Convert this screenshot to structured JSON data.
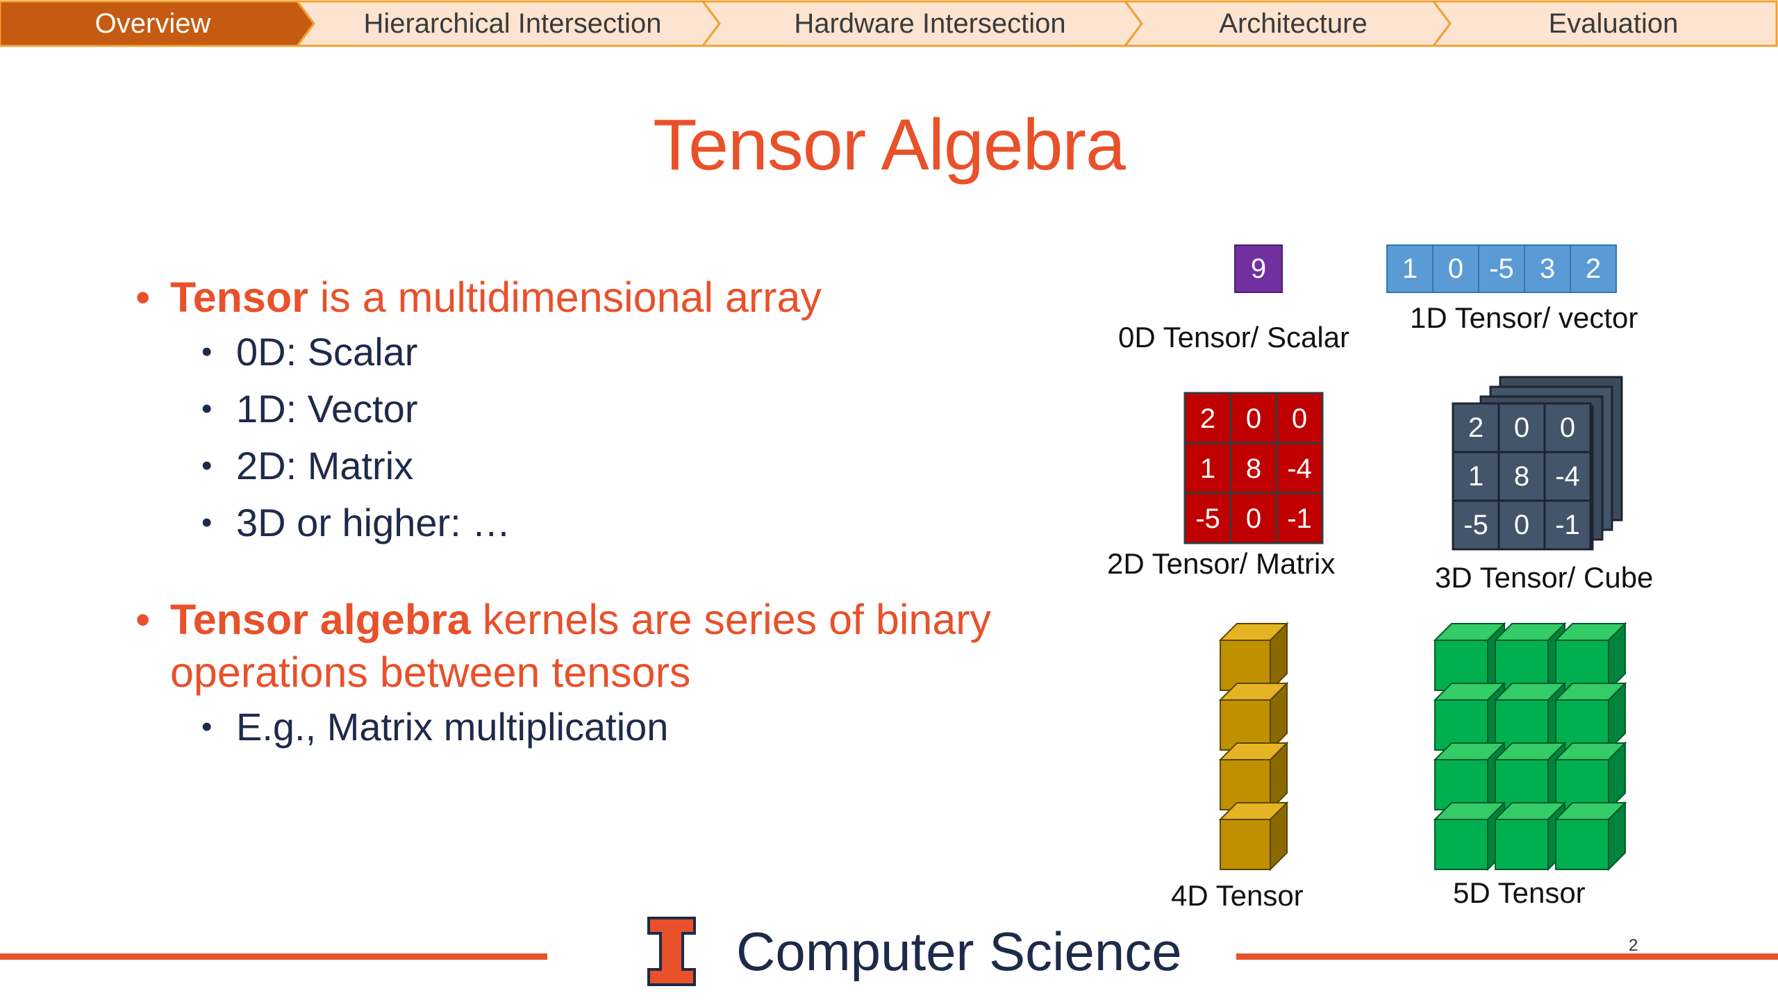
{
  "nav": {
    "tabs": [
      {
        "label": "Overview",
        "active": true
      },
      {
        "label": "Hierarchical Intersection",
        "active": false
      },
      {
        "label": "Hardware Intersection",
        "active": false
      },
      {
        "label": "Architecture",
        "active": false
      },
      {
        "label": "Evaluation",
        "active": false
      }
    ],
    "active_color": "#c55a11",
    "inactive_color": "#fce4d0",
    "border_color": "#f0a030"
  },
  "slide": {
    "title": "Tensor Algebra",
    "bullet1": {
      "bold": "Tensor",
      "rest": " is a multidimensional array"
    },
    "sub1": [
      "0D: Scalar",
      "1D: Vector",
      "2D: Matrix",
      "3D or higher: …"
    ],
    "bullet2": {
      "bold": "Tensor algebra",
      "rest": " kernels are series of binary operations between tensors"
    },
    "sub2": [
      "E.g., Matrix multiplication"
    ]
  },
  "figures": {
    "scalar": {
      "value": "9",
      "caption": "0D Tensor/ Scalar",
      "color": "#7030a0"
    },
    "vector": {
      "values": [
        "1",
        "0",
        "-5",
        "3",
        "2"
      ],
      "caption": "1D Tensor/ vector",
      "color": "#5b9bd5"
    },
    "matrix": {
      "values": [
        [
          "2",
          "0",
          "0"
        ],
        [
          "1",
          "8",
          "-4"
        ],
        [
          "-5",
          "0",
          "-1"
        ]
      ],
      "caption": "2D Tensor/ Matrix",
      "color": "#c00000"
    },
    "cube": {
      "values": [
        [
          "2",
          "0",
          "0"
        ],
        [
          "1",
          "8",
          "-4"
        ],
        [
          "-5",
          "0",
          "-1"
        ]
      ],
      "caption": "3D Tensor/ Cube",
      "color": "#44546a"
    },
    "t4d": {
      "caption": "4D Tensor",
      "color": "#bf9000"
    },
    "t5d": {
      "caption": "5D Tensor",
      "color": "#00b050"
    }
  },
  "footer": {
    "logo": "I",
    "text": "Computer Science",
    "page": "2",
    "accent": "#e8512a"
  }
}
